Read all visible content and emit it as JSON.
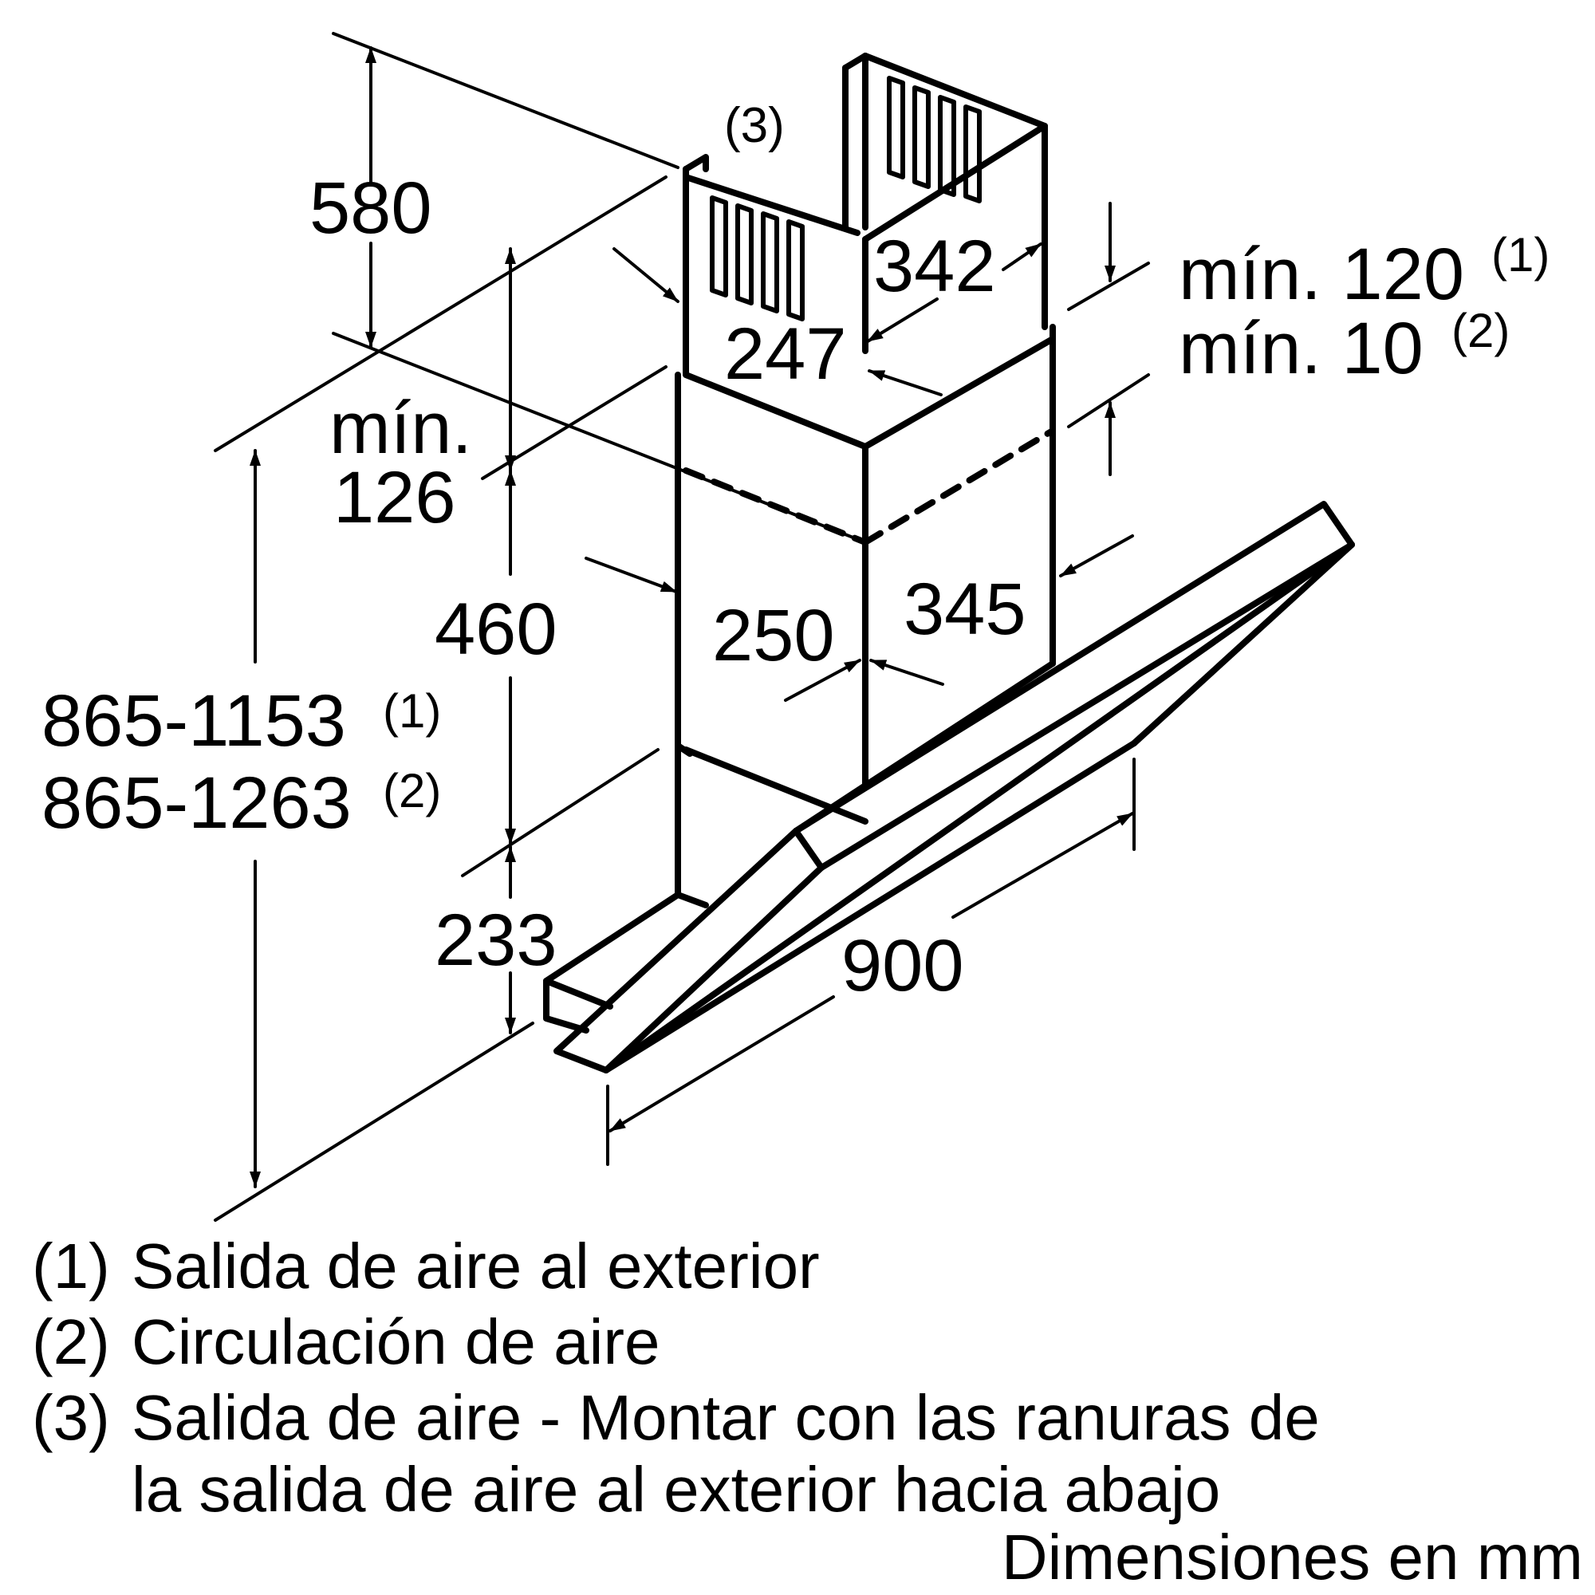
{
  "dimensions": {
    "chimney_height_upper": "580",
    "outlet_depth": "342",
    "outlet_width": "247",
    "min_top": "mín. 120",
    "min_top_ref": "(1)",
    "min_bottom": "mín. 10",
    "min_bottom_ref": "(2)",
    "min_126_line1": "mín.",
    "min_126_line2": "126",
    "chimney_height_lower": "460",
    "chimney_depth": "345",
    "chimney_width": "250",
    "total_height_1": "865-1153",
    "total_height_1_ref": "(1)",
    "total_height_2": "865-1263",
    "total_height_2_ref": "(2)",
    "hood_height": "233",
    "hood_width": "900",
    "outlet_ref": "(3)"
  },
  "legend": {
    "item1_num": "(1)",
    "item1_text": "Salida de aire al exterior",
    "item2_num": "(2)",
    "item2_text": "Circulación de aire",
    "item3_num": "(3)",
    "item3_text_line1": "Salida de aire - Montar con las ranuras de",
    "item3_text_line2": "la salida de aire al exterior hacia abajo"
  },
  "units_note": "Dimensiones en mm"
}
